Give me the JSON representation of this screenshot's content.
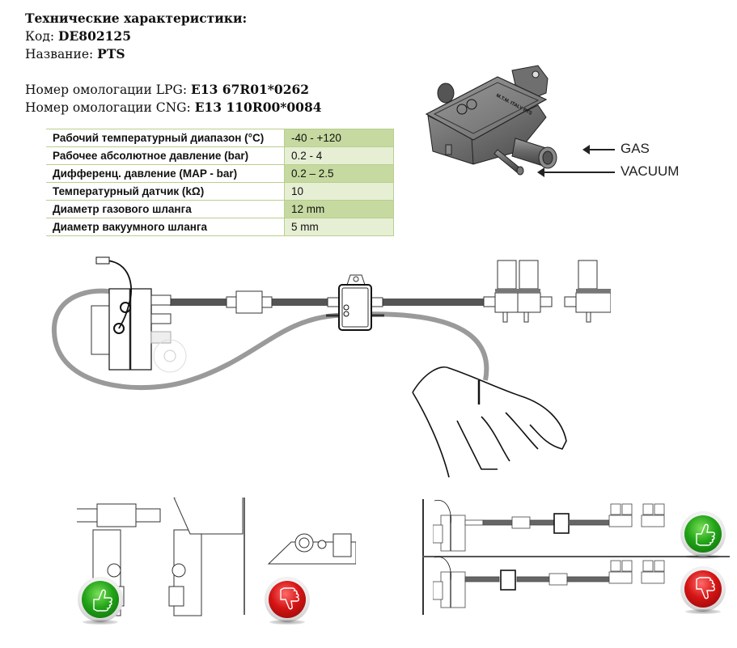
{
  "specs": {
    "heading": "Технические характеристики:",
    "code_label": "Код: ",
    "code_value": "DE802125",
    "name_label": "Название: ",
    "name_value": "PTS",
    "lpg_label": "Номер омологации LPG: ",
    "lpg_value": "E13 67R01*0262",
    "cng_label": "Номер омологации CNG: ",
    "cng_value": "E13 110R00*0084"
  },
  "parameters": [
    {
      "label": "Рабочий температурный диапазон (°C)",
      "value": "-40 - +120"
    },
    {
      "label": "Рабочее абсолютное давление (bar)",
      "value": "0.2 - 4"
    },
    {
      "label": "Дифференц. давление (MAP - bar)",
      "value": "0.2 – 2.5"
    },
    {
      "label": "Температурный датчик (kΩ)",
      "value": "10"
    },
    {
      "label": "Диаметр газового шланга",
      "value": "12 mm"
    },
    {
      "label": "Диаметр вакуумного шланга",
      "value": "5 mm"
    }
  ],
  "sensor_photo": {
    "marking": "M.T.M. ITALY PTS",
    "callouts": {
      "gas": "GAS",
      "vacuum": "VACUUM"
    }
  },
  "installation": {
    "mounting_examples": [
      {
        "status": "correct",
        "icon": "thumbs-up-icon"
      },
      {
        "status": "incorrect",
        "icon": "thumbs-down-icon"
      }
    ],
    "placement_examples": [
      {
        "status": "correct",
        "icon": "thumbs-up-icon",
        "order": [
          "reducer",
          "filter",
          "pts-sensor",
          "injector-rail",
          "injector-rail"
        ]
      },
      {
        "status": "incorrect",
        "icon": "thumbs-down-icon",
        "order": [
          "reducer",
          "pts-sensor",
          "filter",
          "injector-rail",
          "injector-rail"
        ]
      }
    ]
  },
  "colors": {
    "table_border": "#b9cf8e",
    "table_value_dark": "#c6d9a0",
    "table_value_light": "#e6efd4",
    "correct_green": "#22a318",
    "incorrect_red": "#d51515",
    "gas_hose": "#555555",
    "vacuum_hose": "#9a9a9a"
  }
}
